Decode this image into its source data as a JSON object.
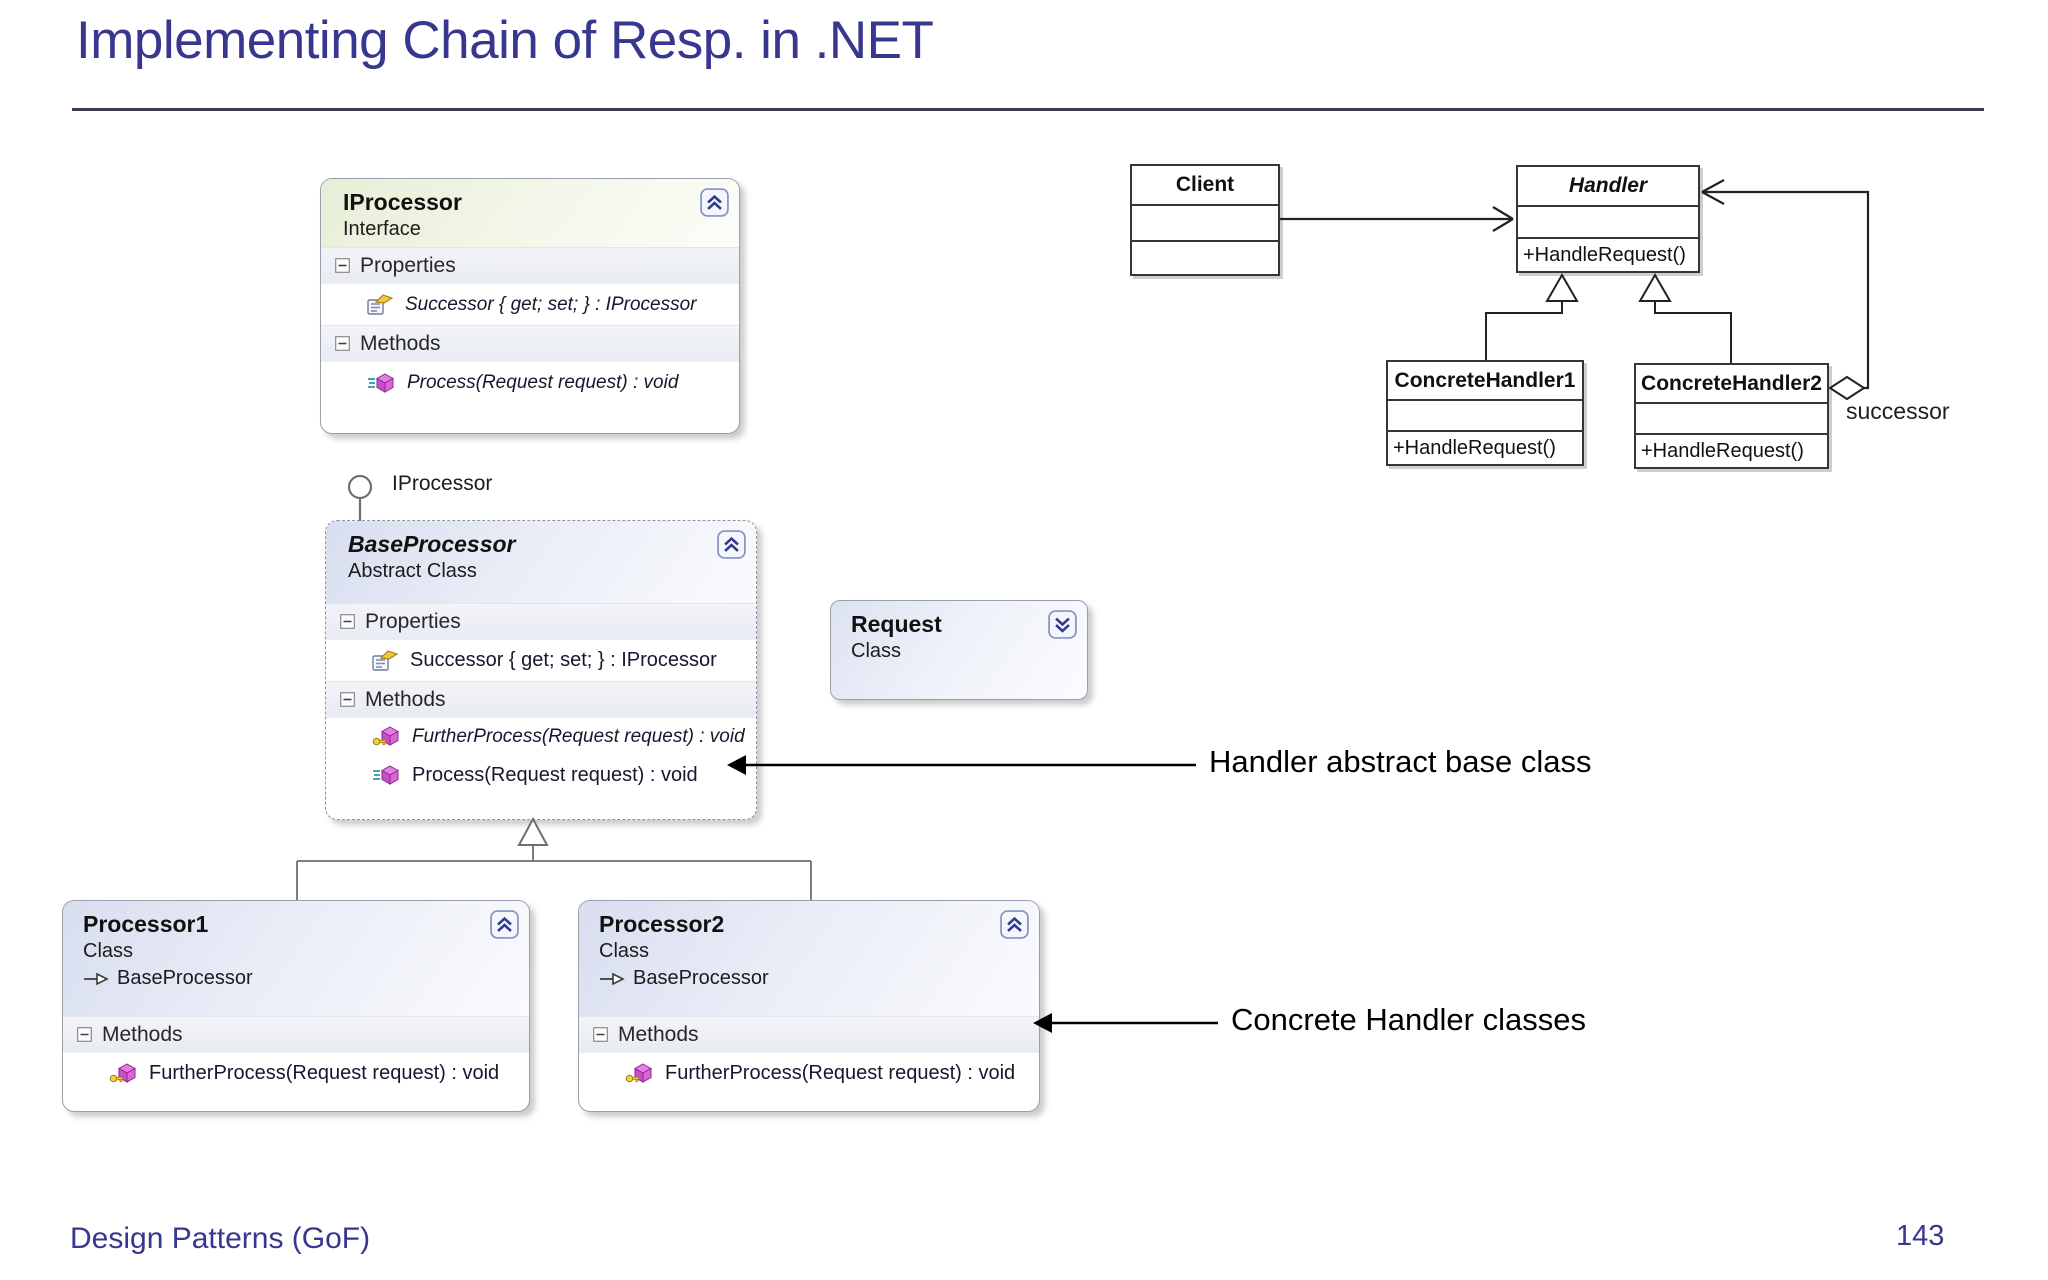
{
  "slide": {
    "title": "Implementing Chain of Resp. in .NET",
    "footer": "Design Patterns (GoF)",
    "page_number": "143"
  },
  "colors": {
    "title_accent": "#37378f",
    "interface_header": "#e7eed6",
    "class_header": "#d8def0",
    "uml_line": "#35353a"
  },
  "class_designer": {
    "iprocessor": {
      "title": "IProcessor",
      "stereotype": "Interface",
      "properties_label": "Properties",
      "methods_label": "Methods",
      "property": "Successor { get; set; } : IProcessor",
      "method": "Process(Request request) : void"
    },
    "lollipop_label": "IProcessor",
    "baseprocessor": {
      "title": "BaseProcessor",
      "stereotype": "Abstract Class",
      "properties_label": "Properties",
      "methods_label": "Methods",
      "property": "Successor { get; set; } : IProcessor",
      "method_further": "FurtherProcess(Request request) : void",
      "method_process": "Process(Request request) : void"
    },
    "request": {
      "title": "Request",
      "stereotype": "Class"
    },
    "processor1": {
      "title": "Processor1",
      "stereotype": "Class",
      "base_type": "BaseProcessor",
      "methods_label": "Methods",
      "method": "FurtherProcess(Request request) : void"
    },
    "processor2": {
      "title": "Processor2",
      "stereotype": "Class",
      "base_type": "BaseProcessor",
      "methods_label": "Methods",
      "method": "FurtherProcess(Request request) : void"
    }
  },
  "uml_diagram": {
    "client_title": "Client",
    "handler_title": "Handler",
    "handler_method": "+HandleRequest()",
    "concrete_handler1_title": "ConcreteHandler1",
    "concrete_handler1_method": "+HandleRequest()",
    "concrete_handler2_title": "ConcreteHandler2",
    "concrete_handler2_method": "+HandleRequest()",
    "successor_label": "successor"
  },
  "annotations": {
    "handler_abstract": "Handler abstract base class",
    "concrete_handlers": "Concrete Handler classes"
  }
}
